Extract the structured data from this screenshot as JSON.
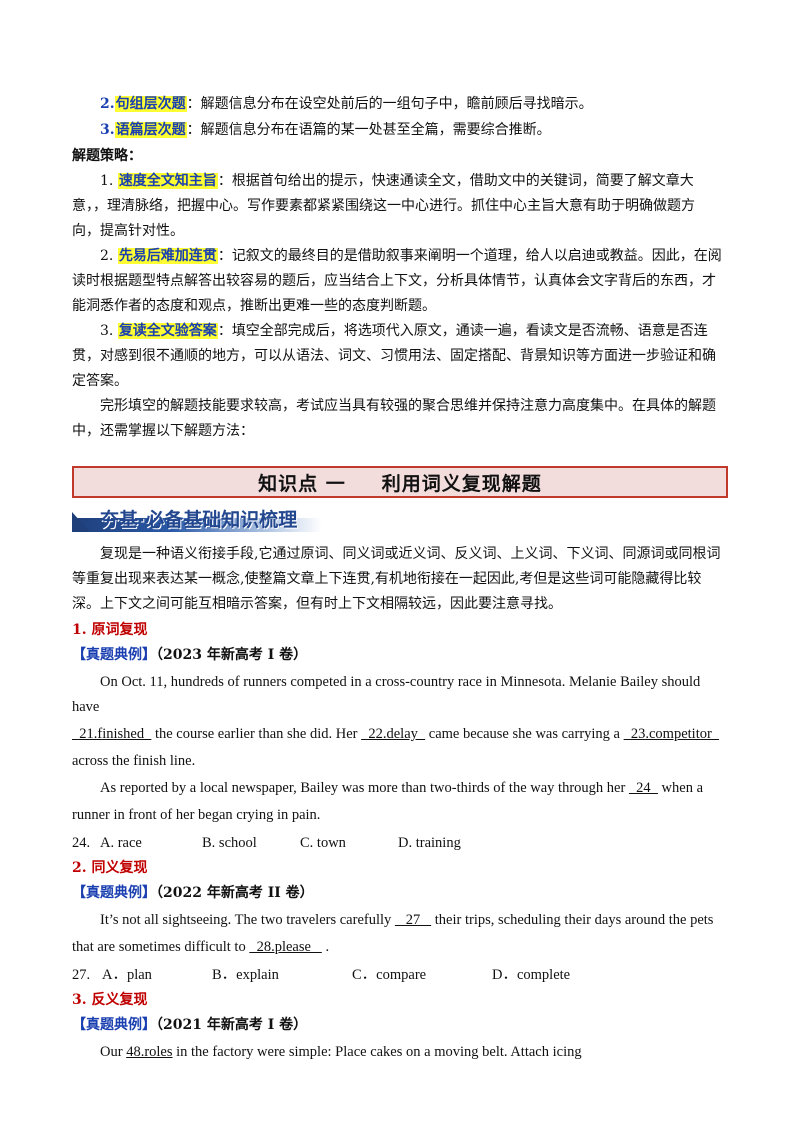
{
  "level_items": [
    {
      "num": "2.",
      "label": "句组层次题",
      "colon": "：",
      "text": "解题信息分布在设空处前后的一组句子中，瞻前顾后寻找暗示。"
    },
    {
      "num": "3.",
      "label": "语篇层次题",
      "colon": "：",
      "text": "解题信息分布在语篇的某一处甚至全篇，需要综合推断。"
    }
  ],
  "strategy_heading": "解题策略：",
  "strategies": [
    {
      "num": "1.",
      "label": "速度全文知主旨",
      "colon": "：",
      "line1": "根据首句给出的提示，快速通读全文，借助文中的关键词，简要了解文章大",
      "line2": "意，，理清脉络，把握中心。写作要素都紧紧围绕这一中心进行。抓住中心主旨大意有助于明确做题方",
      "line3": "向，提高针对性。"
    },
    {
      "num": "2.",
      "label": "先易后难加连贯",
      "colon": "：",
      "line1": "记叙文的最终目的是借助叙事来阐明一个道理，给人以启迪或教益。因此，在阅",
      "line2": "读时根据题型特点解答出较容易的题后，应当结合上下文，分析具体情节，认真体会文字背后的东西，才",
      "line3": "能洞悉作者的态度和观点，推断出更难一些的态度判断题。"
    },
    {
      "num": "3.",
      "label": "复读全文验答案",
      "colon": "：",
      "line1": "填空全部完成后，将选项代入原文，通读一遍，看读文是否流畅、语意是否连",
      "line2": "贯，对感到很不通顺的地方，可以从语法、词文、习惯用法、固定搭配、背景知识等方面进一步验证和确",
      "line3": "定答案。"
    }
  ],
  "closing_line1": "完形填空的解题技能要求较高，考试应当具有较强的聚合思维并保持注意力高度集中。在具体的解题",
  "closing_line2": "中，还需掌握以下解题方法：",
  "banner": {
    "part1": "知识点 一",
    "part2": "利用词义复现解题"
  },
  "subhead": "夯基·必备基础知识梳理",
  "intro_line1": "复现是一种语义衔接手段,它通过原词、同义词或近义词、反义词、上义词、下义词、同源词或同根词",
  "intro_line2": "等重复出现来表达某一概念,使整篇文章上下连贯,有机地衔接在一起因此,考但是这些词可能隐藏得比较",
  "intro_line3": "深。上下文之间可能互相暗示答案，但有时上下文相隔较远，因此要注意寻找。",
  "sections": [
    {
      "heading": "1. 原词复现",
      "example_label": "【真题典例】",
      "example_source": "（2023 年新高考 I 卷）"
    },
    {
      "heading": "2. 同义复现",
      "example_label": "【真题典例】",
      "example_source": "（2022 年新高考 II 卷）"
    },
    {
      "heading": "3. 反义复现",
      "example_label": "【真题典例】",
      "example_source": "（2021 年新高考 I 卷）"
    }
  ],
  "ex1": {
    "l1": "On Oct. 11, hundreds of runners competed in a cross-country race in Minnesota. Melanie Bailey should have",
    "b21": "  21.finished  ",
    "l2a": "the course earlier than she did. Her",
    "b22": "  22.delay  ",
    "l2b": "came because she was carrying a",
    "b23": "  23.competitor  ",
    "l3": "across the finish line.",
    "l4a": "As reported by a local newspaper, Bailey was more than two-thirds of the way through her",
    "b24": "  24  ",
    "l4b": "when a",
    "l5": "runner in front of her began crying in pain.",
    "q": "24.",
    "options": [
      "A.  race",
      "B.  school",
      "C.  town",
      "D.  training"
    ]
  },
  "ex2": {
    "l1a": "It’s not all sightseeing. The two travelers carefully",
    "b27": "   27   ",
    "l1b": "their trips, scheduling their days around the pets",
    "l2a": "that are sometimes difficult to",
    "b28": "  28.please   ",
    "l2b": ".",
    "q": "27.",
    "options": [
      "A．plan",
      "B．explain",
      "C．compare",
      "D．complete"
    ]
  },
  "ex3": {
    "l1a": "Our",
    "b48": "48.roles",
    "l1b": "in the factory were simple: Place cakes on a moving belt. Attach icing"
  }
}
